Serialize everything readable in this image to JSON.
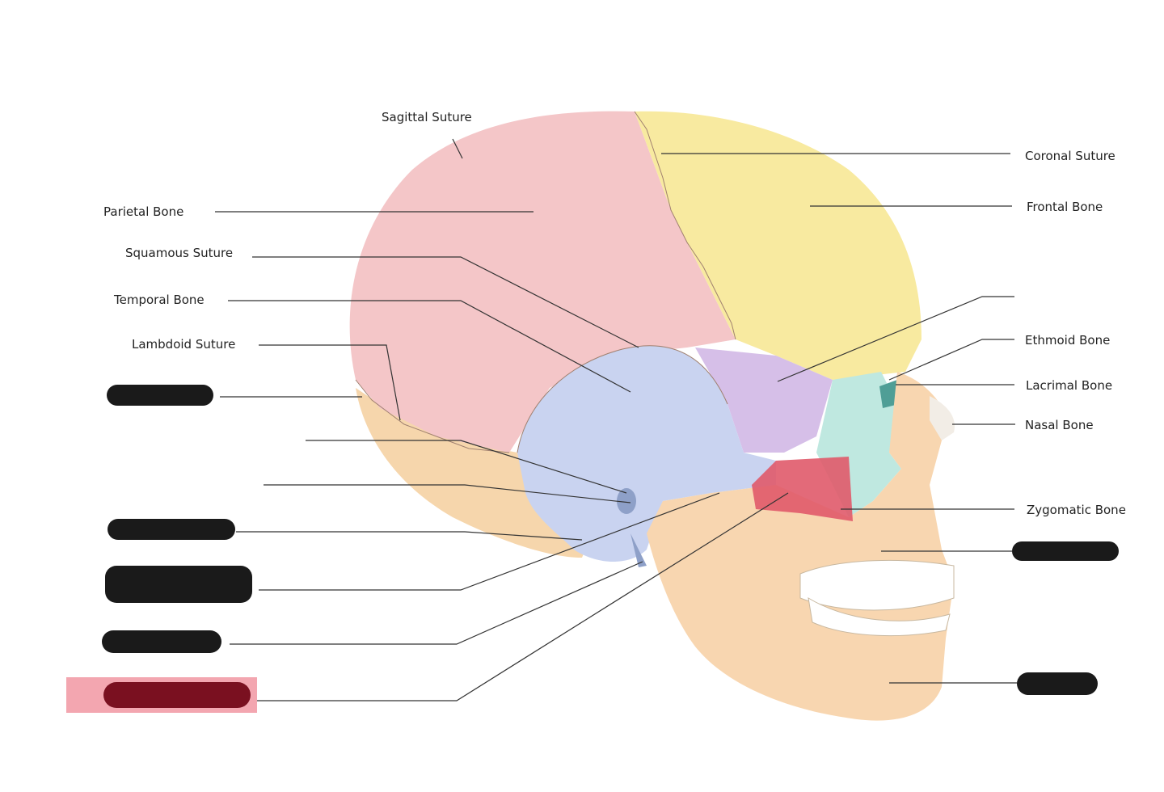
{
  "labels": {
    "sagittal_suture": "Sagittal Suture",
    "coronal_suture": "Coronal Suture",
    "frontal_bone": "Frontal Bone",
    "parietal_bone": "Parietal Bone",
    "squamous_suture": "Squamous Suture",
    "temporal_bone": "Temporal Bone",
    "lambdoid_suture": "Lambdoid Suture",
    "ethmoid_bone": "Ethmoid Bone",
    "lacrimal_bone": "Lacrimal Bone",
    "nasal_bone": "Nasal Bone",
    "zygomatic_bone": "Zygomatic Bone"
  },
  "colors": {
    "parietal": "#f4c6c8",
    "frontal": "#f8eaa0",
    "temporal": "#c9d3f0",
    "sphenoid": "#d6bfe8",
    "occipital": "#f6d6ac",
    "facial": "#f8d6b0",
    "ethmoid": "#bfe8e0",
    "highlight": "#e05a6a",
    "redaction": "#1a1a1a",
    "redaction_highlight_bg": "#f3a6b0",
    "redaction_highlight_fg": "#7a1020"
  }
}
